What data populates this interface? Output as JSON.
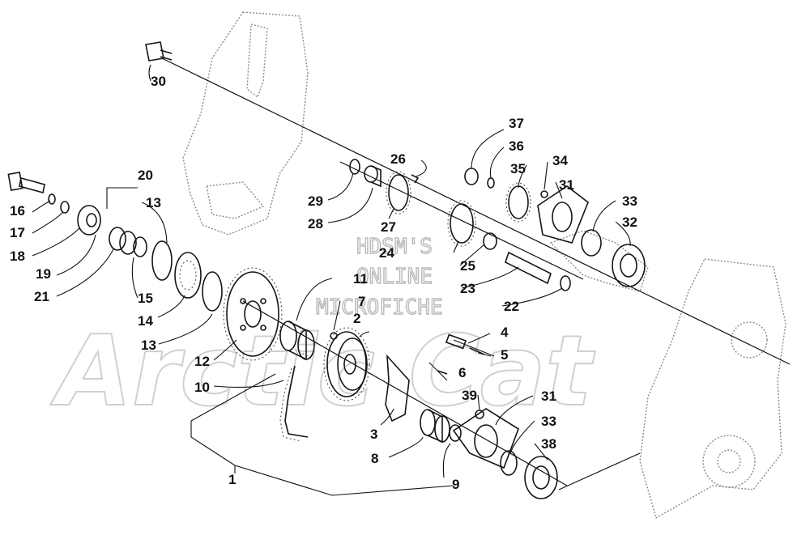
{
  "watermark": {
    "brand": "Arctic Cat",
    "line1": "HDSM'S",
    "line2": "ONLINE",
    "line3": "MICROFICHE"
  },
  "callouts": [
    "1",
    "2",
    "3",
    "4",
    "5",
    "6",
    "7",
    "8",
    "9",
    "10",
    "11",
    "12",
    "13",
    "13",
    "14",
    "15",
    "16",
    "17",
    "18",
    "19",
    "20",
    "21",
    "22",
    "23",
    "24",
    "25",
    "26",
    "27",
    "28",
    "29",
    "30",
    "31",
    "31",
    "32",
    "33",
    "33",
    "34",
    "35",
    "36",
    "37",
    "38",
    "39"
  ]
}
